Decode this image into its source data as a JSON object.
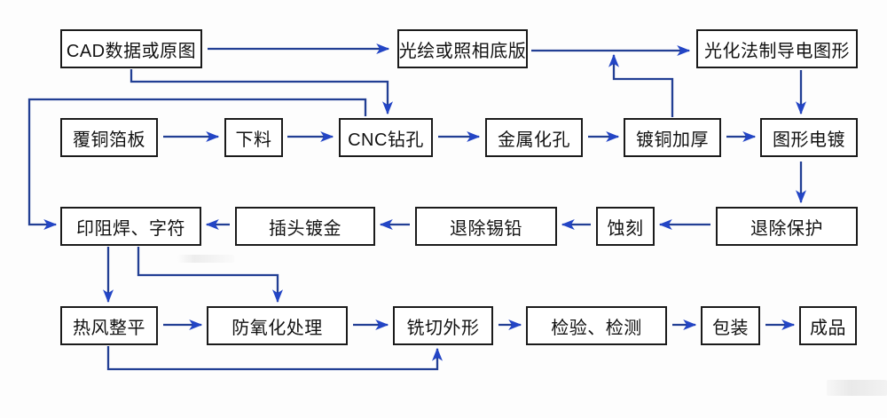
{
  "diagram": {
    "description": "PCB制造工艺流程图",
    "colors": {
      "line": "#223f94",
      "arrowhead": "#2345c5",
      "box_border": "#1b1b1b",
      "box_fill": "#ffffff",
      "text": "#111111",
      "background": "#fdfdfd"
    },
    "nodes": [
      {
        "id": "cad",
        "label": "CAD数据或原图"
      },
      {
        "id": "film",
        "label": "光绘或照相底版"
      },
      {
        "id": "photochem",
        "label": "光化法制导电图形"
      },
      {
        "id": "ccl",
        "label": "覆铜箔板"
      },
      {
        "id": "blanking",
        "label": "下料"
      },
      {
        "id": "cnc",
        "label": "CNC钻孔"
      },
      {
        "id": "pth",
        "label": "金属化孔"
      },
      {
        "id": "panel-plating",
        "label": "镀铜加厚"
      },
      {
        "id": "pattern-plating",
        "label": "图形电镀"
      },
      {
        "id": "soldermask",
        "label": "印阻焊、字符"
      },
      {
        "id": "gold-finger",
        "label": "插头镀金"
      },
      {
        "id": "strip-tinlead",
        "label": "退除锡铅"
      },
      {
        "id": "etching",
        "label": "蚀刻"
      },
      {
        "id": "strip-resist",
        "label": "退除保护"
      },
      {
        "id": "hasl",
        "label": "热风整平"
      },
      {
        "id": "anti-oxidation",
        "label": "防氧化处理"
      },
      {
        "id": "routing",
        "label": "铣切外形"
      },
      {
        "id": "inspection",
        "label": "检验、检测"
      },
      {
        "id": "packaging",
        "label": "包装"
      },
      {
        "id": "finished",
        "label": "成品"
      }
    ],
    "edges": [
      {
        "from": "cad",
        "to": "film"
      },
      {
        "from": "film",
        "to": "photochem"
      },
      {
        "from": "photochem",
        "to": "pattern-plating"
      },
      {
        "from": "cad",
        "to": "cnc"
      },
      {
        "from": "cnc",
        "to": "soldermask"
      },
      {
        "from": "ccl",
        "to": "blanking"
      },
      {
        "from": "blanking",
        "to": "cnc"
      },
      {
        "from": "cnc",
        "to": "pth"
      },
      {
        "from": "pth",
        "to": "panel-plating"
      },
      {
        "from": "panel-plating",
        "to": "pattern-plating"
      },
      {
        "from": "panel-plating",
        "to": "film-photochem-line"
      },
      {
        "from": "pattern-plating",
        "to": "strip-resist"
      },
      {
        "from": "strip-resist",
        "to": "etching"
      },
      {
        "from": "etching",
        "to": "strip-tinlead"
      },
      {
        "from": "strip-tinlead",
        "to": "gold-finger"
      },
      {
        "from": "gold-finger",
        "to": "soldermask"
      },
      {
        "from": "soldermask",
        "to": "hasl"
      },
      {
        "from": "soldermask",
        "to": "anti-oxidation"
      },
      {
        "from": "hasl",
        "to": "anti-oxidation"
      },
      {
        "from": "anti-oxidation",
        "to": "routing"
      },
      {
        "from": "routing",
        "to": "inspection"
      },
      {
        "from": "inspection",
        "to": "packaging"
      },
      {
        "from": "packaging",
        "to": "finished"
      },
      {
        "from": "hasl",
        "to": "routing"
      }
    ]
  }
}
